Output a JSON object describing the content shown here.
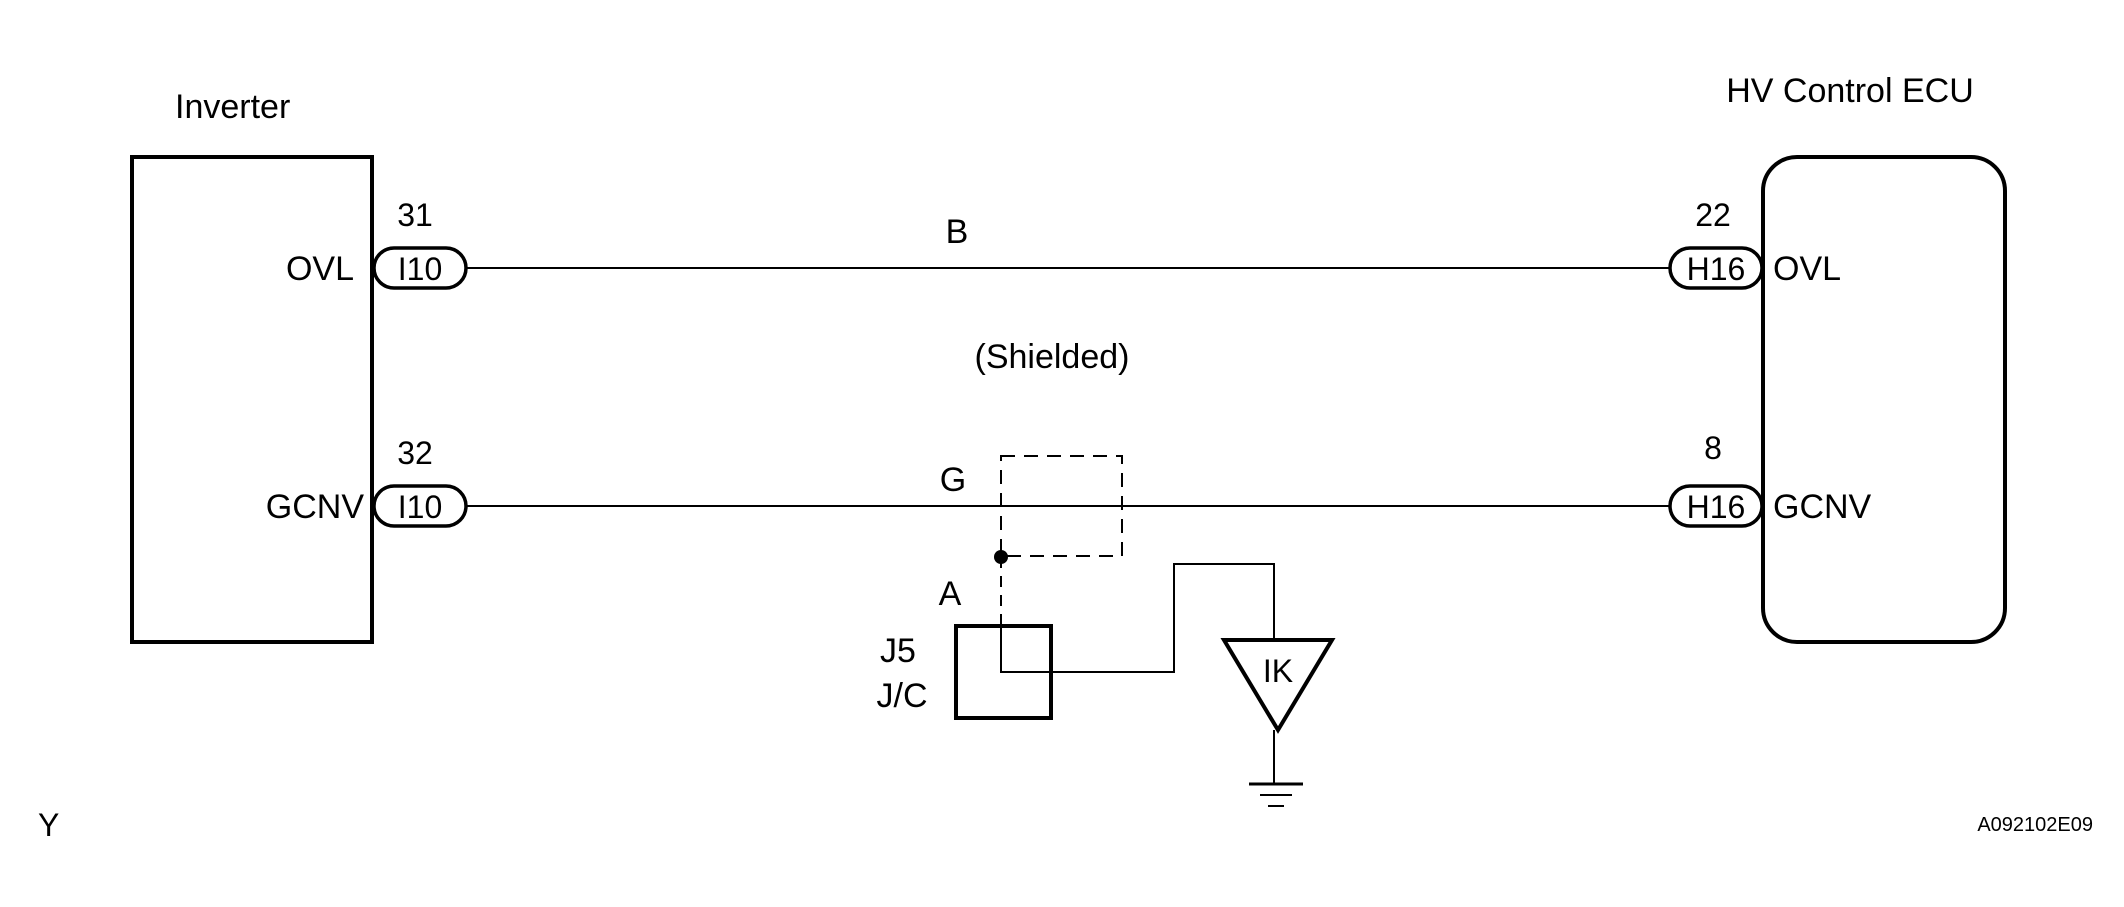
{
  "components": {
    "inverter": {
      "title": "Inverter"
    },
    "hv_ecu": {
      "title": "HV Control ECU"
    },
    "junction": {
      "code": "J5",
      "type": "J/C",
      "pin": "A"
    },
    "ground_point": {
      "code": "IK"
    }
  },
  "connections": [
    {
      "signal": "OVL",
      "wire_color": "B",
      "inverter_pin": "31",
      "inverter_connector": "I10",
      "ecu_pin": "22",
      "ecu_connector": "H16"
    },
    {
      "signal": "GCNV",
      "wire_color": "G",
      "inverter_pin": "32",
      "inverter_connector": "I10",
      "ecu_pin": "8",
      "ecu_connector": "H16"
    }
  ],
  "shield_note": "(Shielded)",
  "footer": {
    "left": "Y",
    "right": "A092102E09"
  }
}
